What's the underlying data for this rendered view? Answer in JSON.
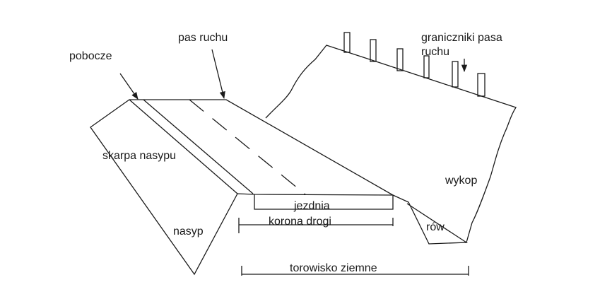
{
  "labels": {
    "pas_ruchu": "pas ruchu",
    "pobocze": "pobocze",
    "graniczniki_line1": "graniczniki pasa",
    "graniczniki_line2": "ruchu",
    "skarpa_nasypu": "skarpa nasypu",
    "wykop": "wykop",
    "jezdnia": "jezdnia",
    "korona_drogi": "korona drogi",
    "row": "rów",
    "nasyp": "nasyp",
    "torowisko_ziemne": "torowisko ziemne"
  },
  "colors": {
    "line": "#1a1a1a",
    "background": "#ffffff"
  }
}
